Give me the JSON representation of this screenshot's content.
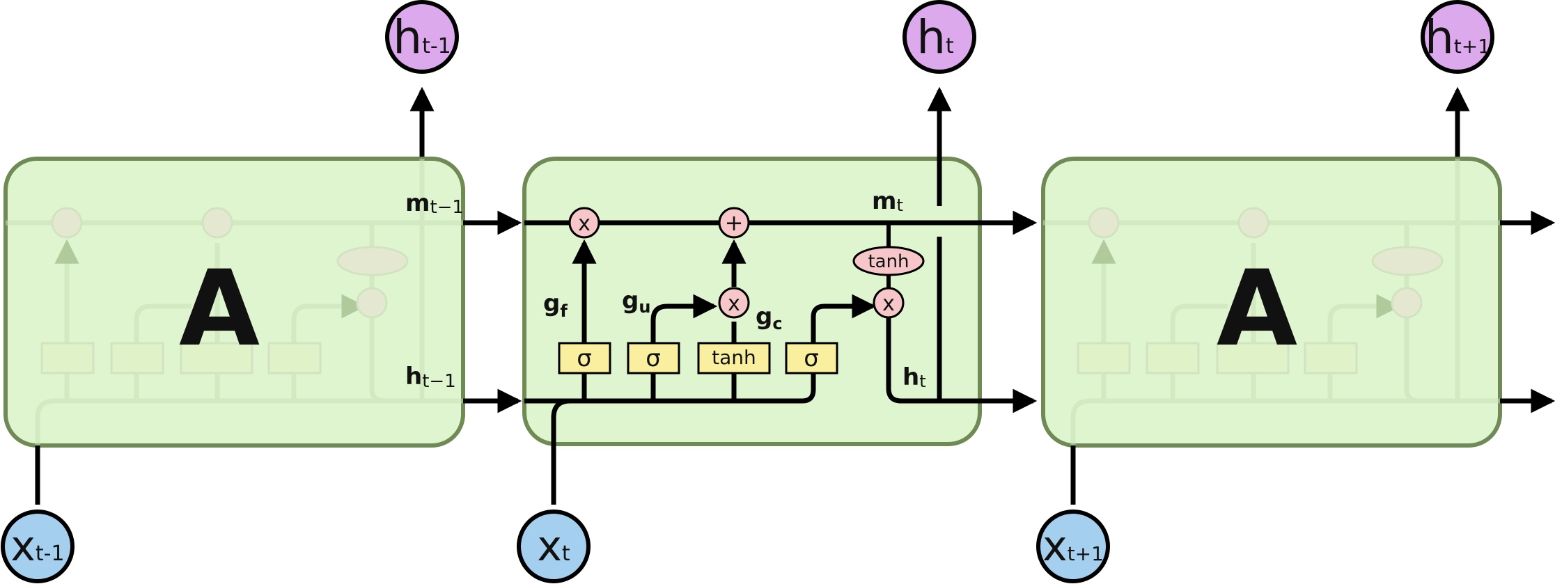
{
  "cells": [
    {
      "name": "prev",
      "cell_label": "A",
      "input": {
        "base": "x",
        "sub": "t-1"
      },
      "output": {
        "base": "h",
        "sub": "t-1"
      }
    },
    {
      "name": "current",
      "input": {
        "base": "x",
        "sub": "t"
      },
      "output": {
        "base": "h",
        "sub": "t"
      },
      "labels": {
        "m_prev": {
          "base": "m",
          "sub": "t−1"
        },
        "h_prev": {
          "base": "h",
          "sub": "t−1"
        },
        "m_cur": {
          "base": "m",
          "sub": "t"
        },
        "h_cur": {
          "base": "h",
          "sub": "t"
        },
        "gf": {
          "base": "g",
          "sub": "f"
        },
        "gu": {
          "base": "g",
          "sub": "u"
        },
        "gc": {
          "base": "g",
          "sub": "c"
        }
      },
      "gates": [
        "σ",
        "σ",
        "tanh",
        "σ"
      ],
      "ops": {
        "mult": "x",
        "add": "+",
        "tanh": "tanh"
      }
    },
    {
      "name": "next",
      "cell_label": "A",
      "input": {
        "base": "x",
        "sub": "t+1"
      },
      "output": {
        "base": "h",
        "sub": "t+1"
      }
    }
  ],
  "colors": {
    "cell_fill": "#dff5cf",
    "cell_border": "#6f8a55",
    "input_node": "#a5cfee",
    "output_node": "#dca9ec",
    "gate_fill": "#f9ef9e",
    "op_fill": "#f6c6c8",
    "line": "#000000"
  }
}
